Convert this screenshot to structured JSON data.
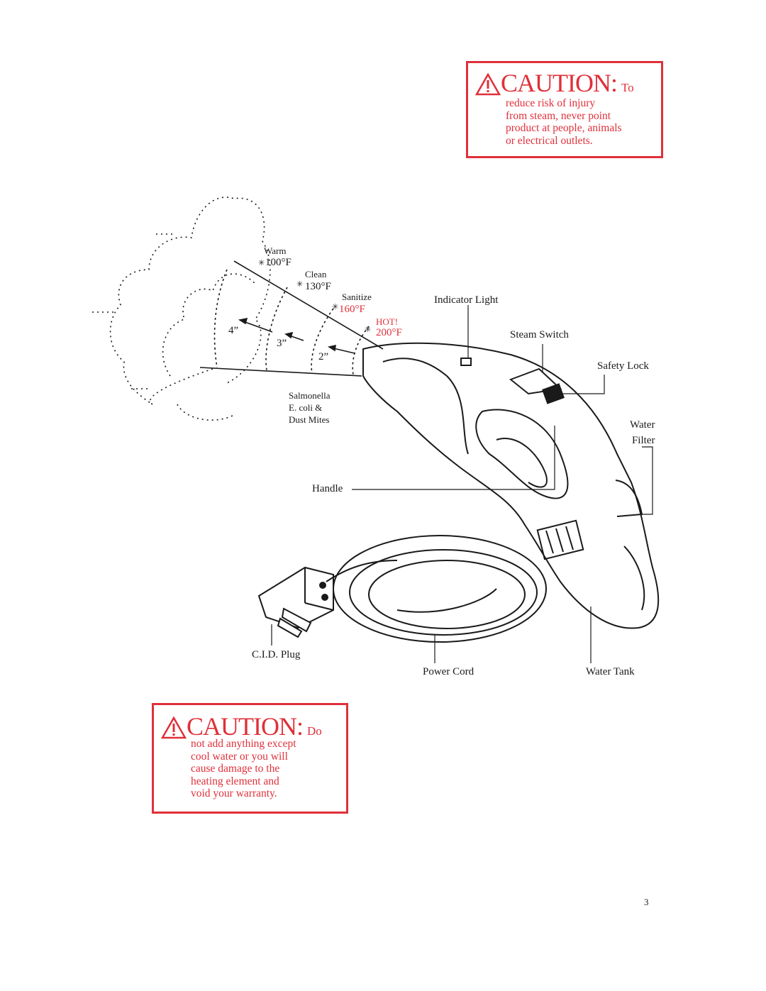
{
  "caution_top": {
    "heading": "CAUTION:",
    "lead": "To",
    "lines": "reduce risk of injury\nfrom steam, never point\nproduct at people, animals\nor electrical outlets."
  },
  "caution_bottom": {
    "heading": "CAUTION:",
    "lead": "Do",
    "lines": "not add anything except\ncool water or you will\ncause damage to the\nheating element and\nvoid your warranty."
  },
  "steam_zones": [
    {
      "name": "Warm",
      "temp": "100°F"
    },
    {
      "name": "Clean",
      "temp": "130°F"
    },
    {
      "name": "Sanitize",
      "temp": "160°F"
    },
    {
      "name": "HOT!",
      "temp": "200°F"
    }
  ],
  "distances": [
    "4”",
    "3”",
    "2”"
  ],
  "kills": "Salmonella\nE. coli &\nDust Mites",
  "parts": {
    "indicator_light": "Indicator Light",
    "steam_switch": "Steam Switch",
    "safety_lock": "Safety Lock",
    "water_filter": "Water\nFilter",
    "handle": "Handle",
    "cid_plug": "C.I.D. Plug",
    "power_cord": "Power Cord",
    "water_tank": "Water Tank"
  },
  "page_number": "3",
  "colors": {
    "caution_red": "#e0303a",
    "line": "#1a1a1a"
  },
  "icons": [
    "warning-triangle-icon"
  ]
}
